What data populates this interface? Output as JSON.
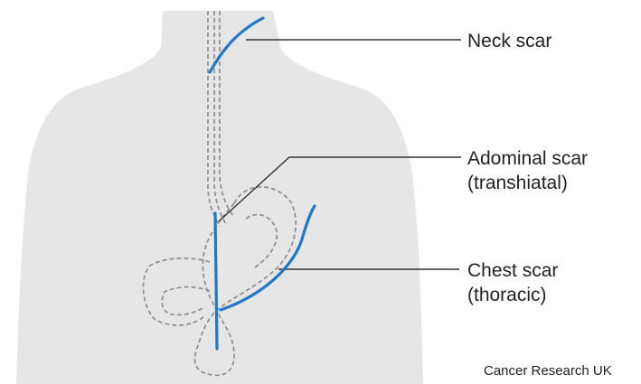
{
  "diagram": {
    "labels": {
      "neck": "Neck scar",
      "abdominal_line1": "Adominal scar",
      "abdominal_line2": "(transhiatal)",
      "chest_line1": "Chest scar",
      "chest_line2": "(thoracic)"
    },
    "credit": "Cancer Research UK",
    "colors": {
      "body": "#e6e6e6",
      "scar": "#1f78c8",
      "organ_outline": "#8a8a8a",
      "leader": "#333333",
      "text": "#222222"
    }
  }
}
